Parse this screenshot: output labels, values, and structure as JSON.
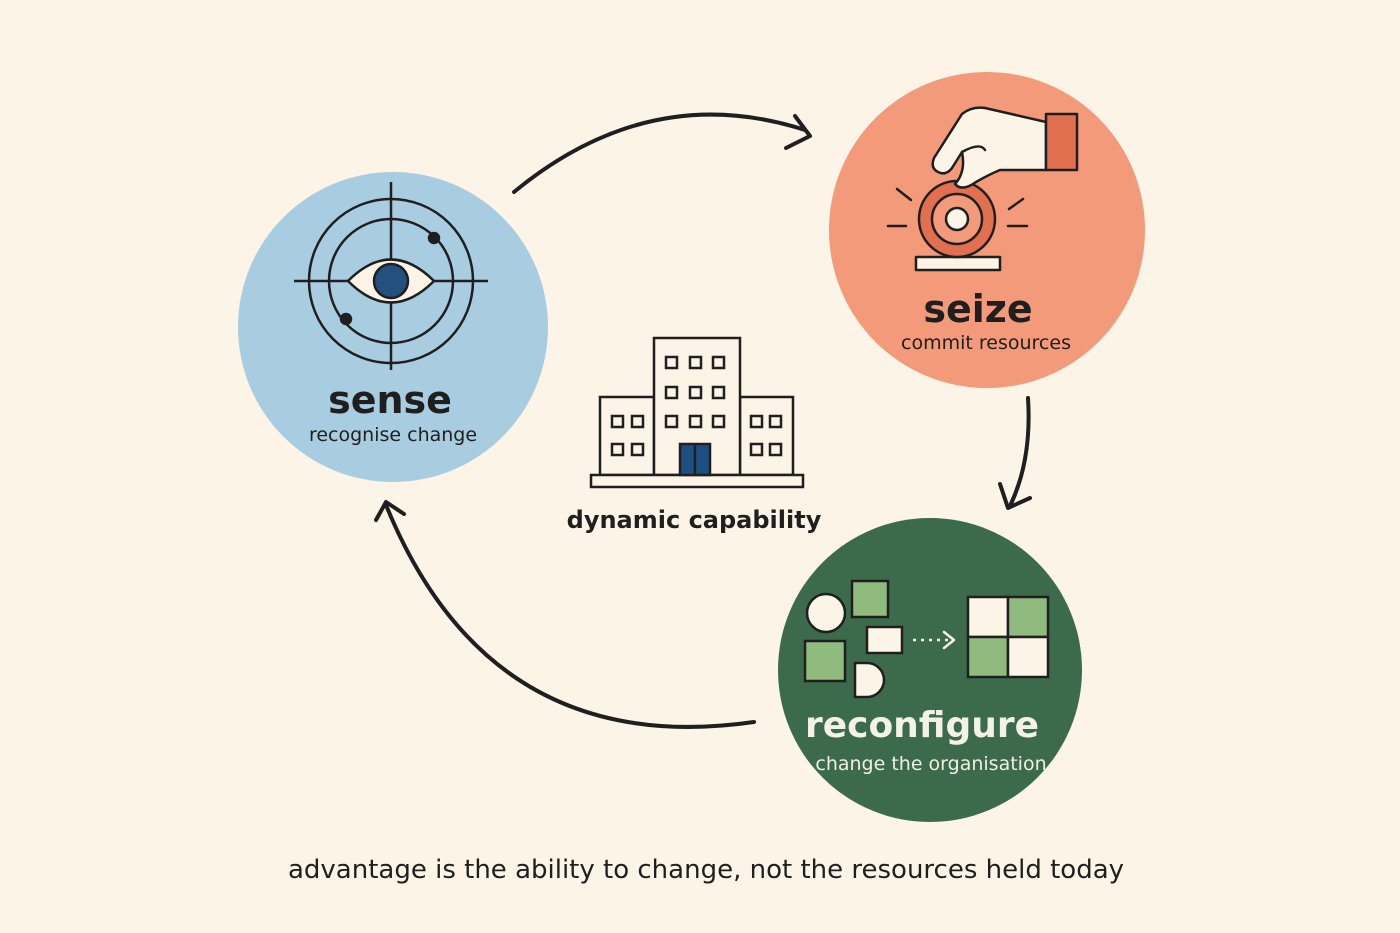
{
  "nodes": {
    "sense": {
      "title": "sense",
      "subtitle": "recognise change",
      "color": "#a9cde0"
    },
    "seize": {
      "title": "seize",
      "subtitle": "commit resources",
      "color": "#f29a7a"
    },
    "reconfigure": {
      "title": "reconfigure",
      "subtitle": "change the organisation",
      "color": "#3c6b4b"
    }
  },
  "center": {
    "label": "dynamic capability"
  },
  "caption": "advantage is the ability to change, not the resources held today",
  "colors": {
    "background": "#fbf4e7",
    "ink": "#1f1f1f",
    "eye_iris": "#24507e",
    "seize_accent": "#e0704f",
    "green_tile": "#90bb7e",
    "door": "#1d4f85"
  },
  "icons": {
    "sense": "eye-radar-icon",
    "seize": "hand-button-icon",
    "reconfigure": "rearrange-blocks-icon",
    "center": "building-icon"
  }
}
